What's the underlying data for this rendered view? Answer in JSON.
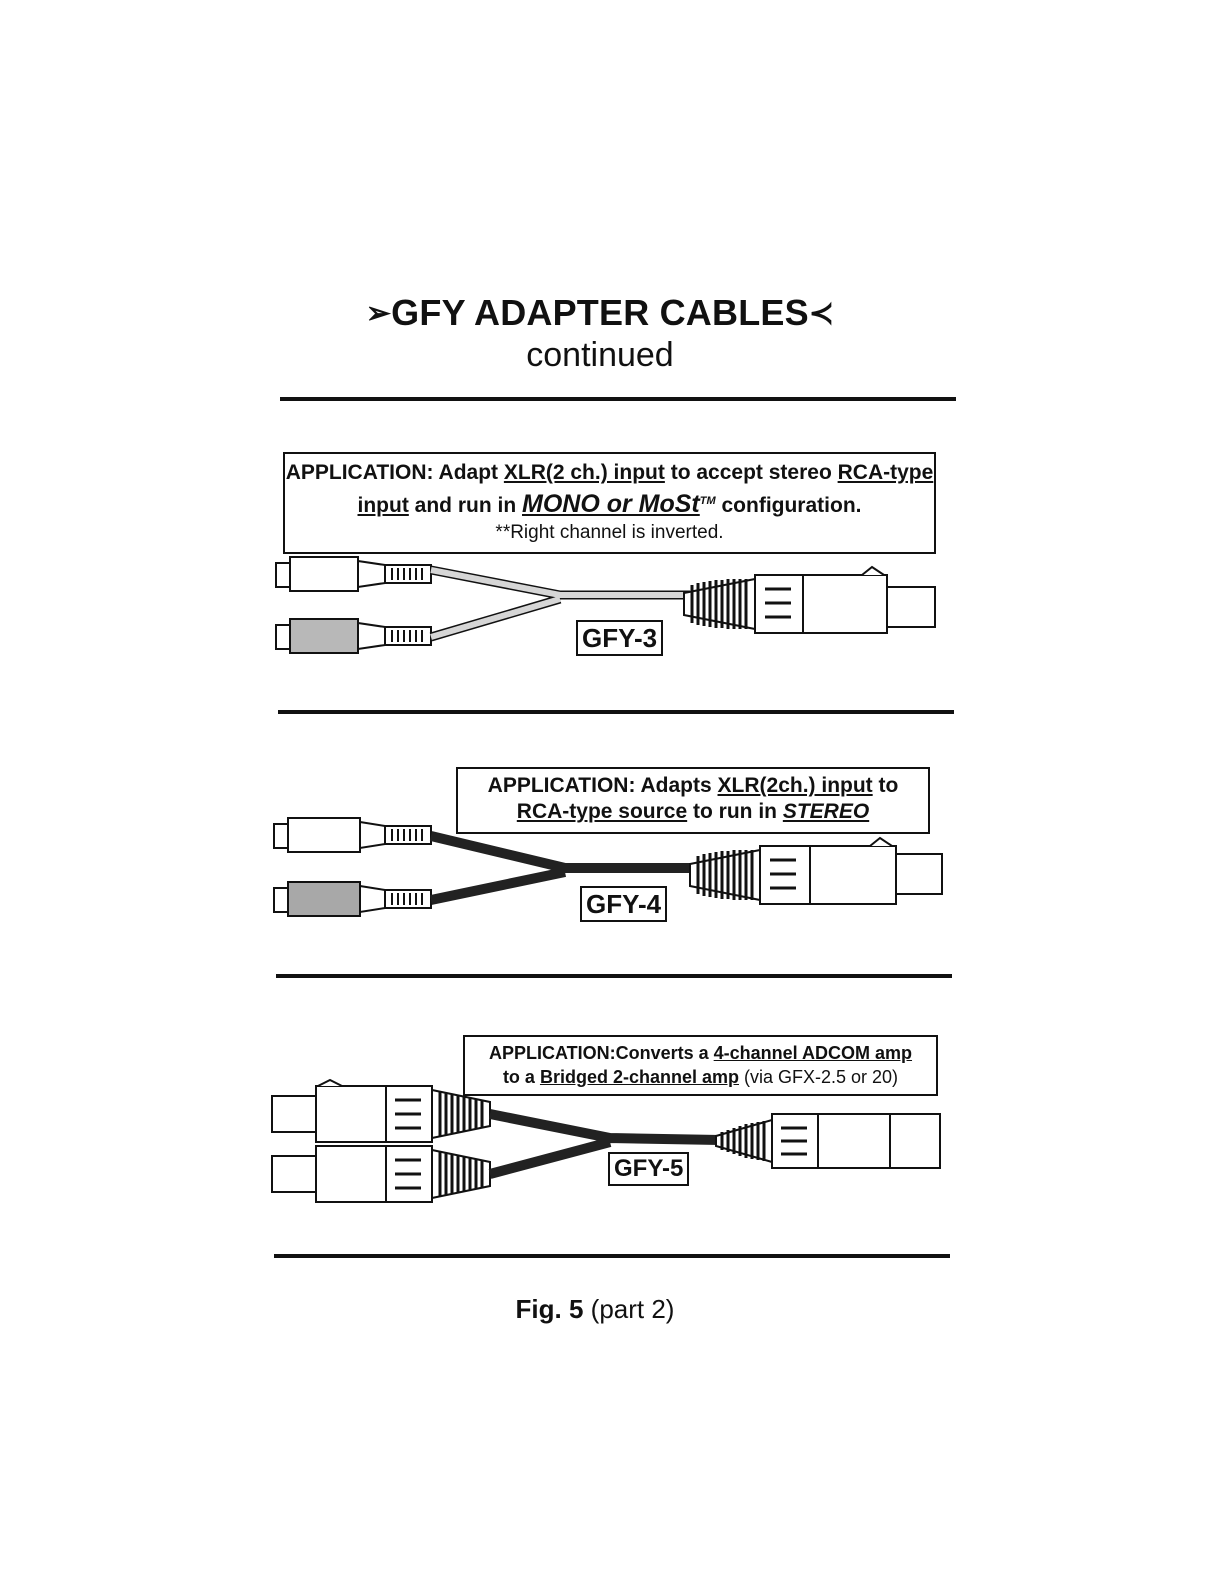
{
  "header": {
    "title": "GFY ADAPTER CABLES",
    "left_arrow": "➢",
    "right_arrow": "≺",
    "subtitle": "continued"
  },
  "sections": [
    {
      "model": "GFY-3",
      "application": {
        "prefix": "APPLICATION: Adapt ",
        "link1": "XLR(2 ch.) input",
        "mid1": " to accept stereo ",
        "link2": "RCA-type input",
        "mid2": " and run in ",
        "mode": "MONO or MoSt",
        "tm": "TM",
        "suffix": " configuration.",
        "note": "**Right channel is inverted."
      }
    },
    {
      "model": "GFY-4",
      "application": {
        "prefix": "APPLICATION: Adapts ",
        "link1": "XLR(2ch.) input",
        "mid1": " to ",
        "link2": "RCA-type source",
        "mid2": " to run in ",
        "mode": "STEREO"
      }
    },
    {
      "model": "GFY-5",
      "application": {
        "prefix": "APPLICATION:Converts a ",
        "link1": "4-channel ADCOM amp",
        "mid1": " to a ",
        "link2": "Bridged 2-channel amp",
        "suffix": " (via GFX-2.5 or 20)"
      }
    }
  ],
  "caption": {
    "fig": "Fig. 5",
    "part": " (part 2)"
  }
}
